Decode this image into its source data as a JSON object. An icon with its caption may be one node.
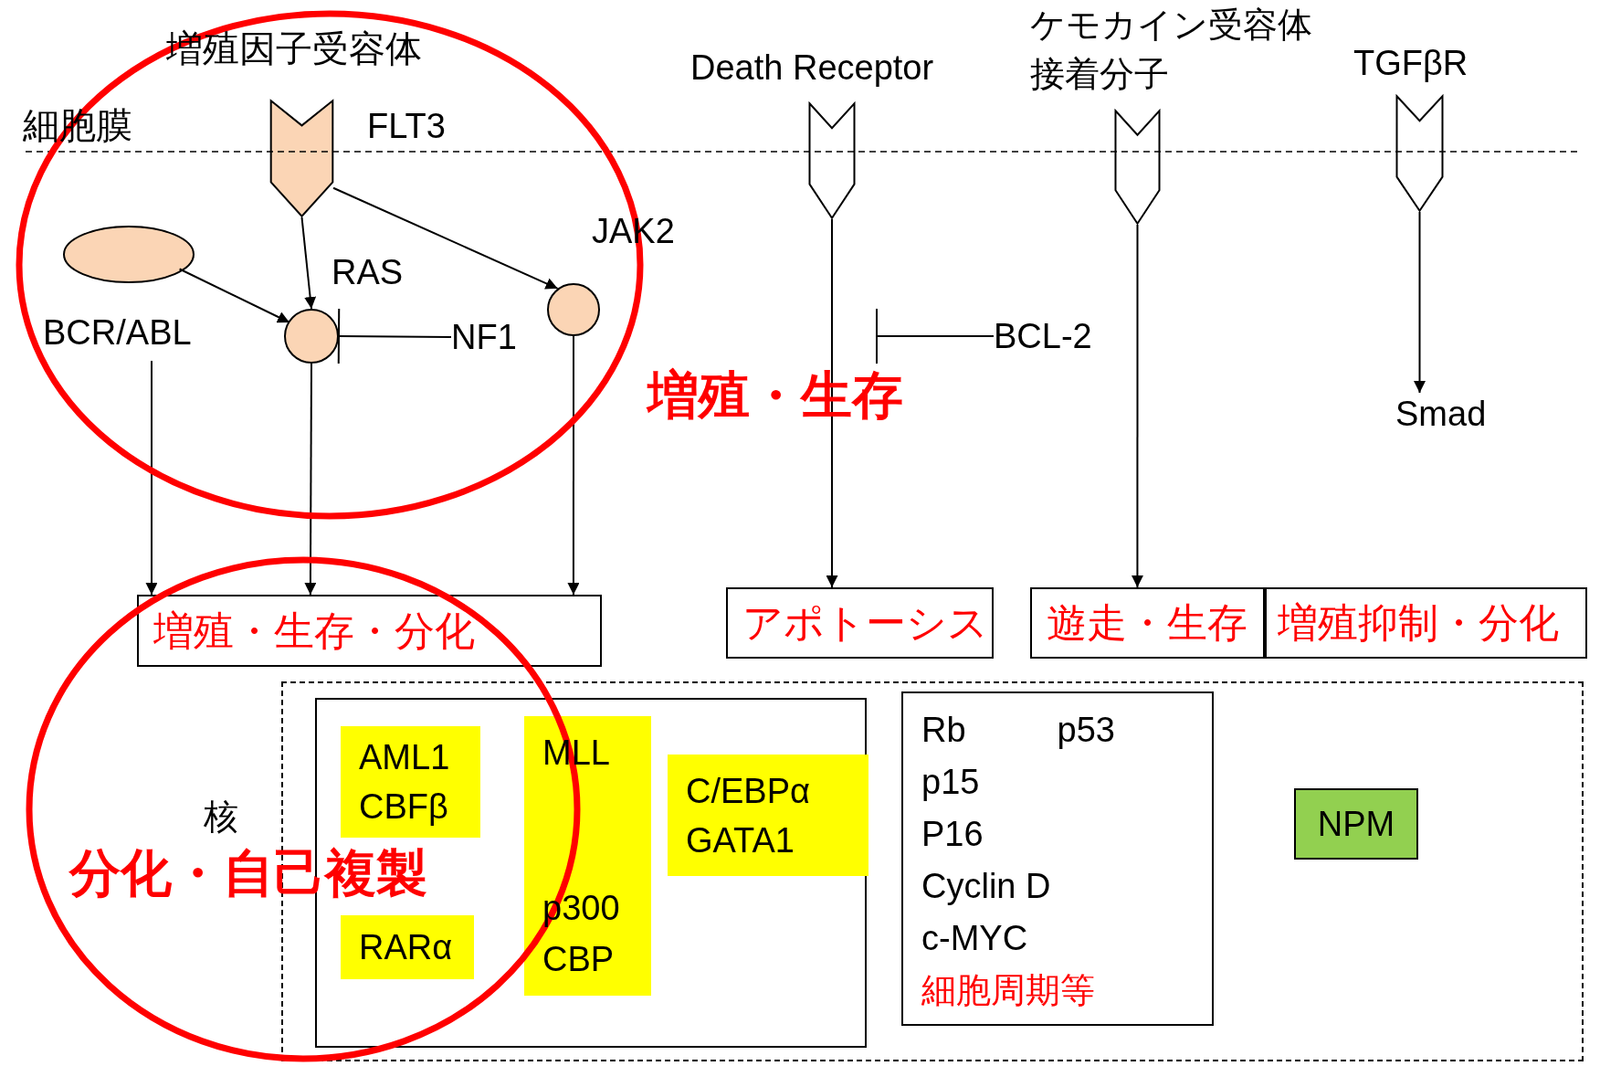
{
  "diagram": {
    "nodes": [
      {
        "text": [],
        "shape": "chevron",
        "beside": [
          "FLT3"
        ]
      },
      {
        "text": [],
        "shape": "ellipse",
        "beside": [
          "BCR/ABL"
        ]
      },
      {
        "text": [],
        "shape": "circle",
        "beside": [
          "RAS"
        ]
      },
      {
        "text": [
          "NF1"
        ]
      },
      {
        "text": [],
        "shape": "circle",
        "beside": [
          "JAK2"
        ]
      },
      {
        "text": [],
        "shape": "chevron",
        "beside": [
          "Death Receptor"
        ]
      },
      {
        "text": [],
        "shape": "chevron",
        "beside": [
          "ケモカイン受容体",
          "接着分子"
        ]
      },
      {
        "text": [],
        "shape": "chevron",
        "beside": [
          "TGFβR"
        ]
      },
      {
        "text": [
          "BCL-2"
        ]
      },
      {
        "text": [
          "Smad"
        ]
      },
      {
        "text": [
          "増殖・生存・分化"
        ]
      },
      {
        "text": [
          "アポトーシス"
        ]
      },
      {
        "text": [
          "遊走・生存"
        ]
      },
      {
        "text": [
          "増殖抑制・分化"
        ]
      },
      {
        "text": [
          "核"
        ]
      },
      {
        "text": [],
        "shape": "box",
        "in": 14
      },
      {
        "text": [
          "AML1",
          "CBFβ"
        ],
        "in": 15
      },
      {
        "text": [
          "RARα"
        ],
        "in": 15
      },
      {
        "text": [
          "MLL",
          "p300",
          "CBP"
        ],
        "in": 15
      },
      {
        "text": [
          "C/EBPα",
          "GATA1"
        ],
        "in": 15
      },
      {
        "text": [
          "Rb",
          "p53",
          "p15",
          "P16",
          "Cyclin D",
          "c-MYC",
          "細胞周期等"
        ],
        "in": 14
      },
      {
        "text": [
          "NPM"
        ],
        "in": 14
      }
    ],
    "edges": [
      {
        "from": 0,
        "to": 2,
        "arrow": "to"
      },
      {
        "from": 0,
        "to": 4,
        "arrow": "to"
      },
      {
        "from": 1,
        "to": 2,
        "arrow": "to"
      },
      {
        "from": 3,
        "to": 2,
        "arrow": "other"
      },
      {
        "from": 2,
        "to": 10,
        "arrow": "to"
      },
      {
        "from": 1,
        "to": 10,
        "arrow": "to"
      },
      {
        "from": 4,
        "to": 10,
        "arrow": "to"
      },
      {
        "from": 5,
        "to": 11,
        "arrow": "to"
      },
      {
        "from": 8,
        "to": null,
        "arrow": "other"
      },
      {
        "from": 6,
        "to": 12,
        "arrow": "to"
      },
      {
        "from": 7,
        "to": 9,
        "arrow": "to"
      }
    ],
    "labels": [
      "増殖因子受容体",
      "細胞膜",
      "増殖・生存",
      "分化・自己複製"
    ]
  }
}
